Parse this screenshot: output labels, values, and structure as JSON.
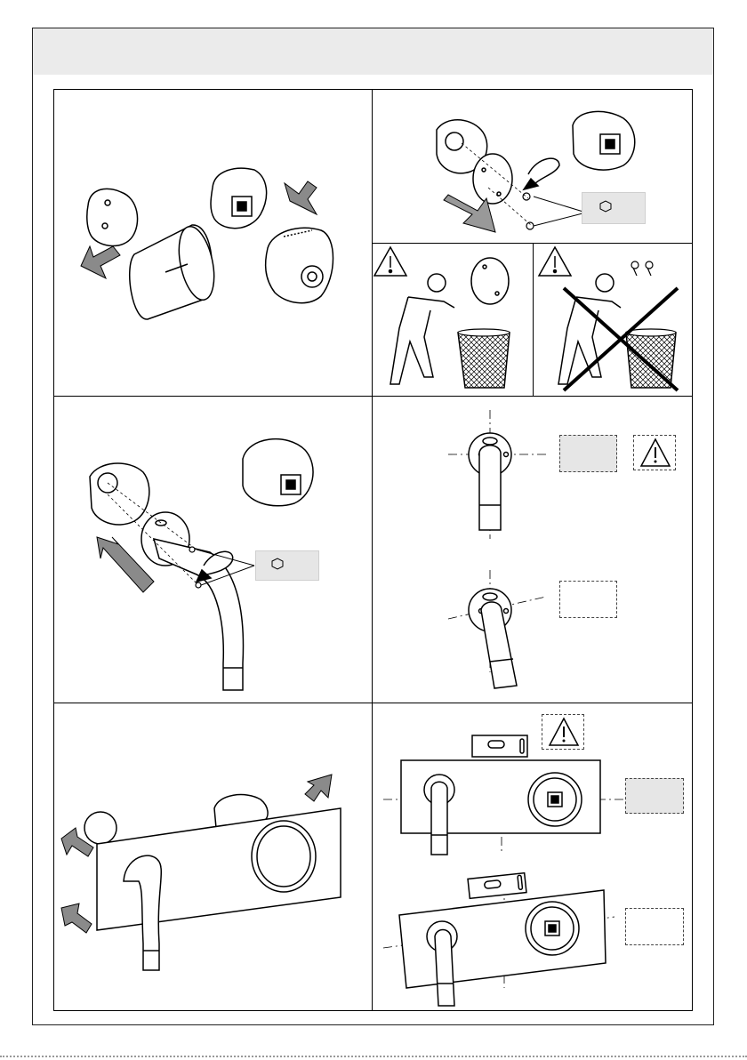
{
  "header": {
    "title": ""
  },
  "colors": {
    "header_bg": "#ebebeb",
    "tag_fill": "#e6e6e6",
    "arrow_gray": "#8a8a8a",
    "line": "#000000"
  },
  "icons": [
    "warning-triangle-icon",
    "hex-key-icon",
    "rotate-arrow-icon",
    "direction-arrow-icon",
    "waste-bin-icon",
    "person-icon",
    "spirit-level-icon"
  ],
  "steps": [
    {
      "id": "remove-covers"
    },
    {
      "id": "remove-plate-screws"
    },
    {
      "id": "keep-parts"
    },
    {
      "id": "do-not-discard-screws"
    },
    {
      "id": "fit-spout"
    },
    {
      "id": "align-spout"
    },
    {
      "id": "fit-cover-plate"
    },
    {
      "id": "level-plate"
    }
  ]
}
